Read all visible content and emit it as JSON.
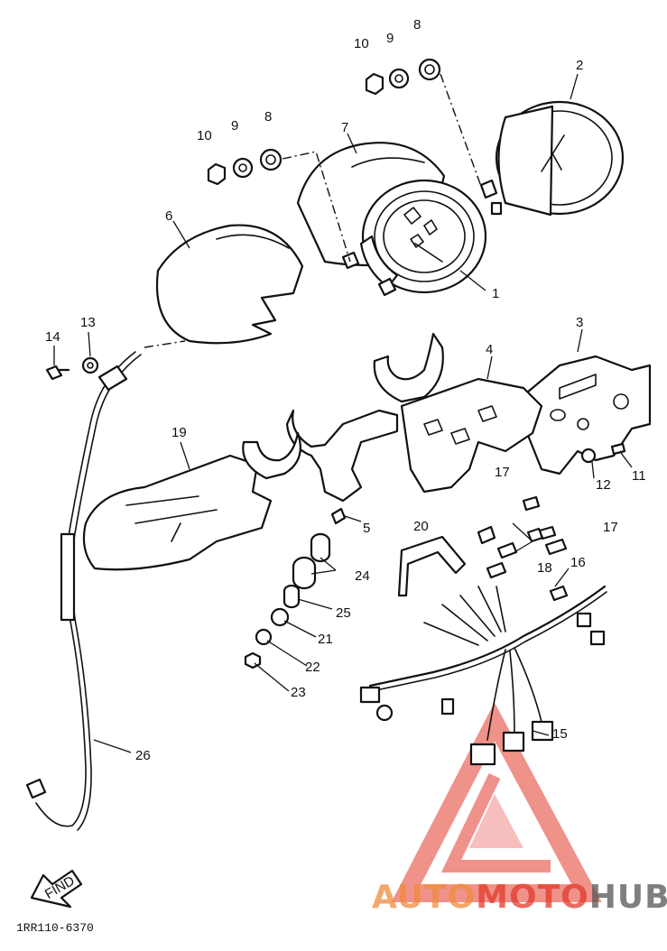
{
  "diagram": {
    "callouts": [
      "1",
      "2",
      "3",
      "4",
      "5",
      "6",
      "7",
      "8",
      "8",
      "9",
      "9",
      "10",
      "10",
      "11",
      "12",
      "13",
      "14",
      "15",
      "16",
      "17",
      "17",
      "18",
      "19",
      "20",
      "21",
      "22",
      "23",
      "24",
      "25",
      "26"
    ],
    "find_label": "FIND",
    "drawing_code": "1RR110-6370"
  },
  "watermark": {
    "part1": "AUTO",
    "part2": "MOTO",
    "part3": "HUB",
    "color_primary": "#f08a3c",
    "color_accent": "#e23a2c",
    "color_dark": "#555555"
  }
}
